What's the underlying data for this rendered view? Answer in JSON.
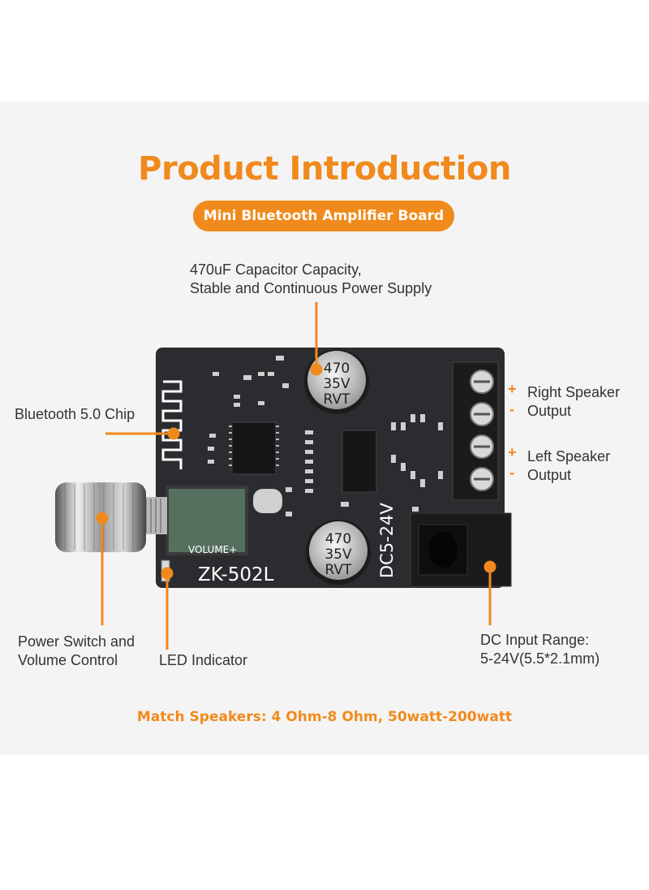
{
  "header": {
    "title": "Product Introduction",
    "subtitle": "Mini Bluetooth Amplifier Board"
  },
  "callouts": {
    "capacitor_line1": "470uF Capacitor Capacity,",
    "capacitor_line2": "Stable and Continuous Power Supply",
    "bluetooth": "Bluetooth 5.0 Chip",
    "right_speaker_line1": "Right Speaker",
    "right_speaker_line2": "Output",
    "left_speaker_line1": "Left Speaker",
    "left_speaker_line2": "Output",
    "power_line1": "Power Switch and",
    "power_line2": "Volume Control",
    "led": "LED Indicator",
    "dc_line1": "DC Input Range:",
    "dc_line2": "5-24V(5.5*2.1mm)",
    "plus": "+",
    "minus": "-"
  },
  "board": {
    "model": "ZK-502L",
    "volume_label": "VOLUME+",
    "dc_label": "DC5-24V",
    "cap_value": "470",
    "cap_voltage": "35V",
    "cap_brand": "RVT"
  },
  "footer": {
    "match": "Match Speakers: 4 Ohm-8 Ohm, 50watt-200watt"
  },
  "colors": {
    "accent": "#f08a1c",
    "board": "#2b2c2f",
    "background": "#f4f4f4"
  }
}
